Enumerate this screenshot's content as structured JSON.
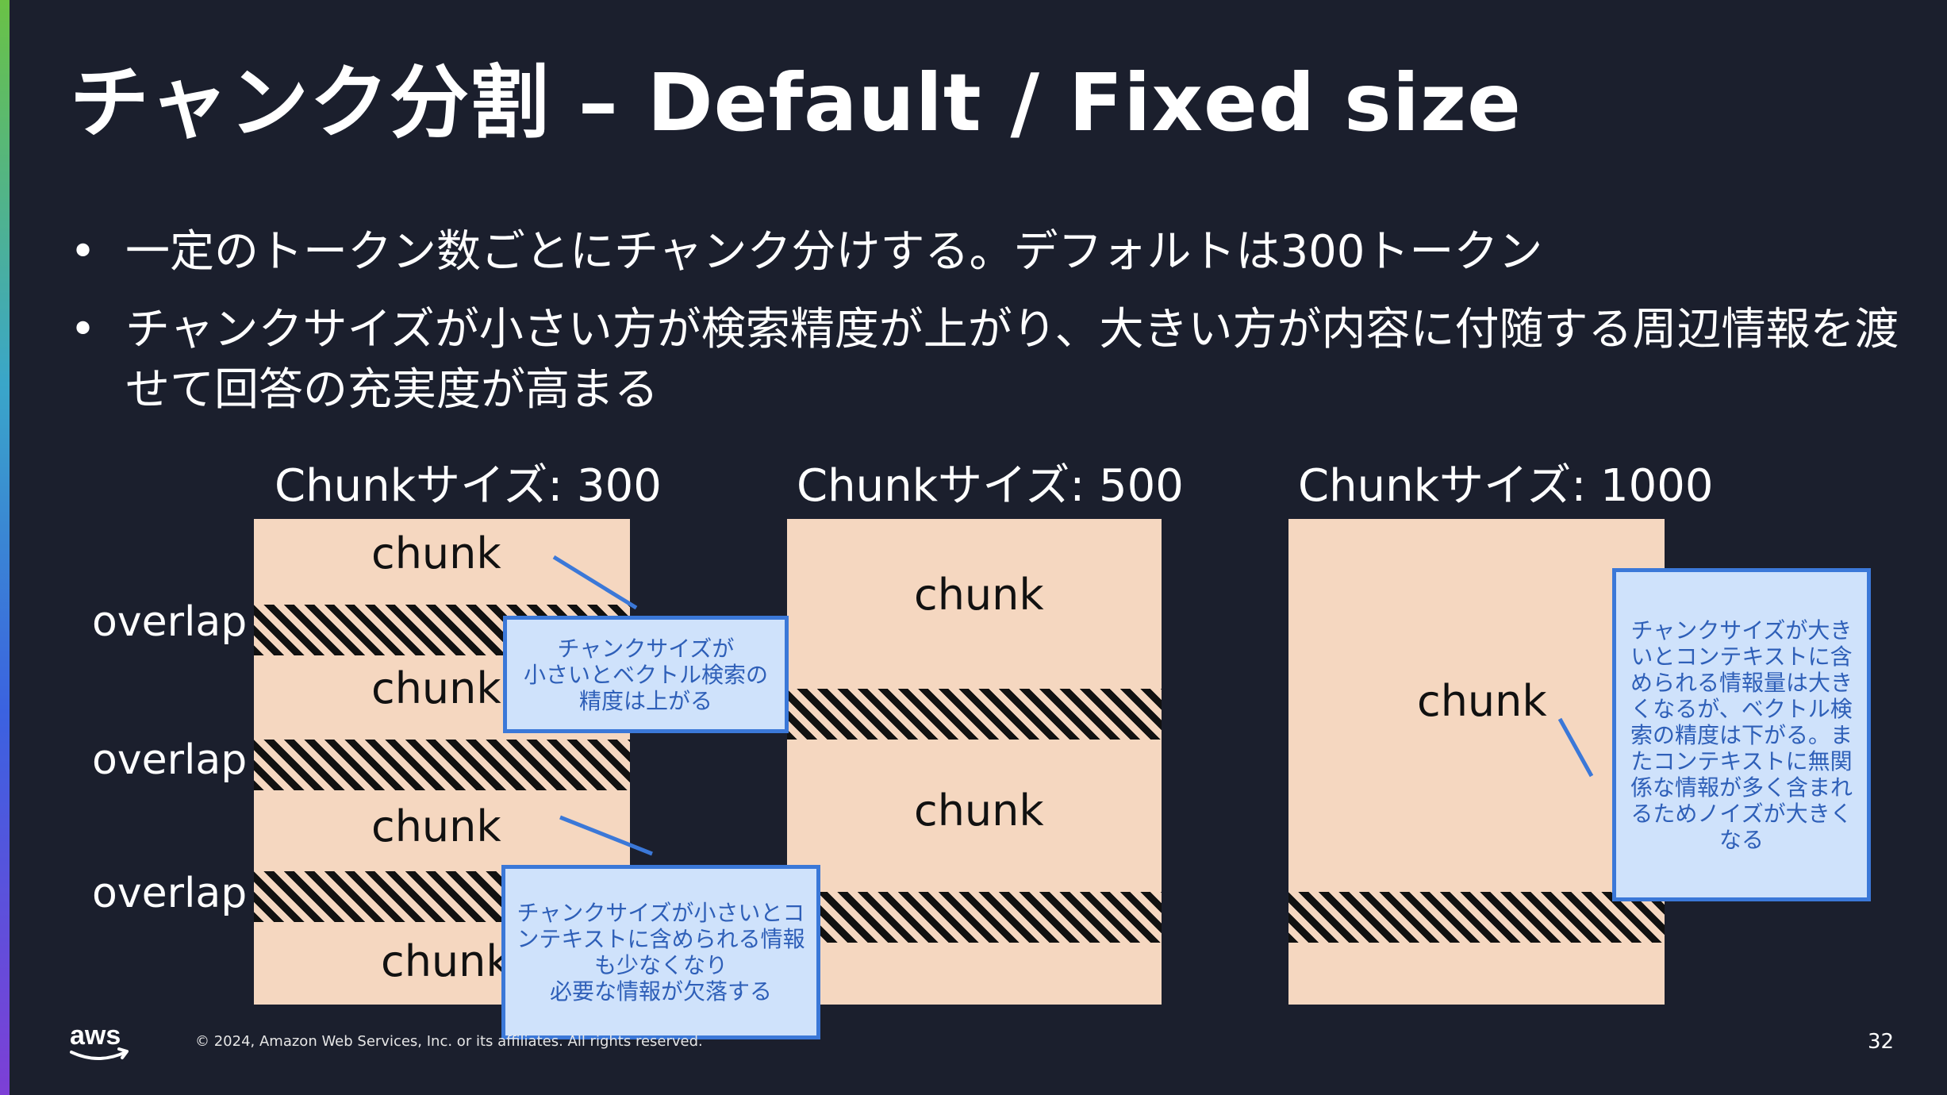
{
  "slide": {
    "title": "チャンク分割 – Default / Fixed size",
    "bullets": [
      "一定のトークン数ごとにチャンク分けする。デフォルトは300トークン",
      "チャンクサイズが小さい方が検索精度が上がり、大きい方が内容に付随する周辺情報を渡せて回答の充実度が高まる"
    ],
    "bullet_marker": "•"
  },
  "diagram": {
    "columns": [
      {
        "label": "Chunkサイズ: 300"
      },
      {
        "label": "Chunkサイズ: 500"
      },
      {
        "label": "Chunkサイズ: 1000"
      }
    ],
    "chunk_label": "chunk",
    "overlap_label": "overlap",
    "callouts": {
      "small_precision": "チャンクサイズが\n小さいとベクトル検索の\n精度は上がる",
      "small_context": "チャンクサイズが小さいとコ\nンテキストに含められる情報\nも少なくなり\n必要な情報が欠落する",
      "large": "チャンクサイズが大き\nいとコンテキストに含\nめられる情報量は大き\nくなるが、ベクトル検\n索の精度は下がる。ま\nたコンテキストに無関\n係な情報が多く含まれ\nるためノイズが大きく\nなる"
    },
    "colors": {
      "chunk_fill": "#f5d7c0",
      "callout_fill": "#cfe2fb",
      "callout_border": "#3b78d8",
      "callout_text": "#2e5fb8",
      "background": "#1b1f2d"
    }
  },
  "footer": {
    "logo_text": "aws",
    "copyright": "© 2024, Amazon Web Services, Inc. or its affiliates. All rights reserved.",
    "page_number": "32"
  }
}
